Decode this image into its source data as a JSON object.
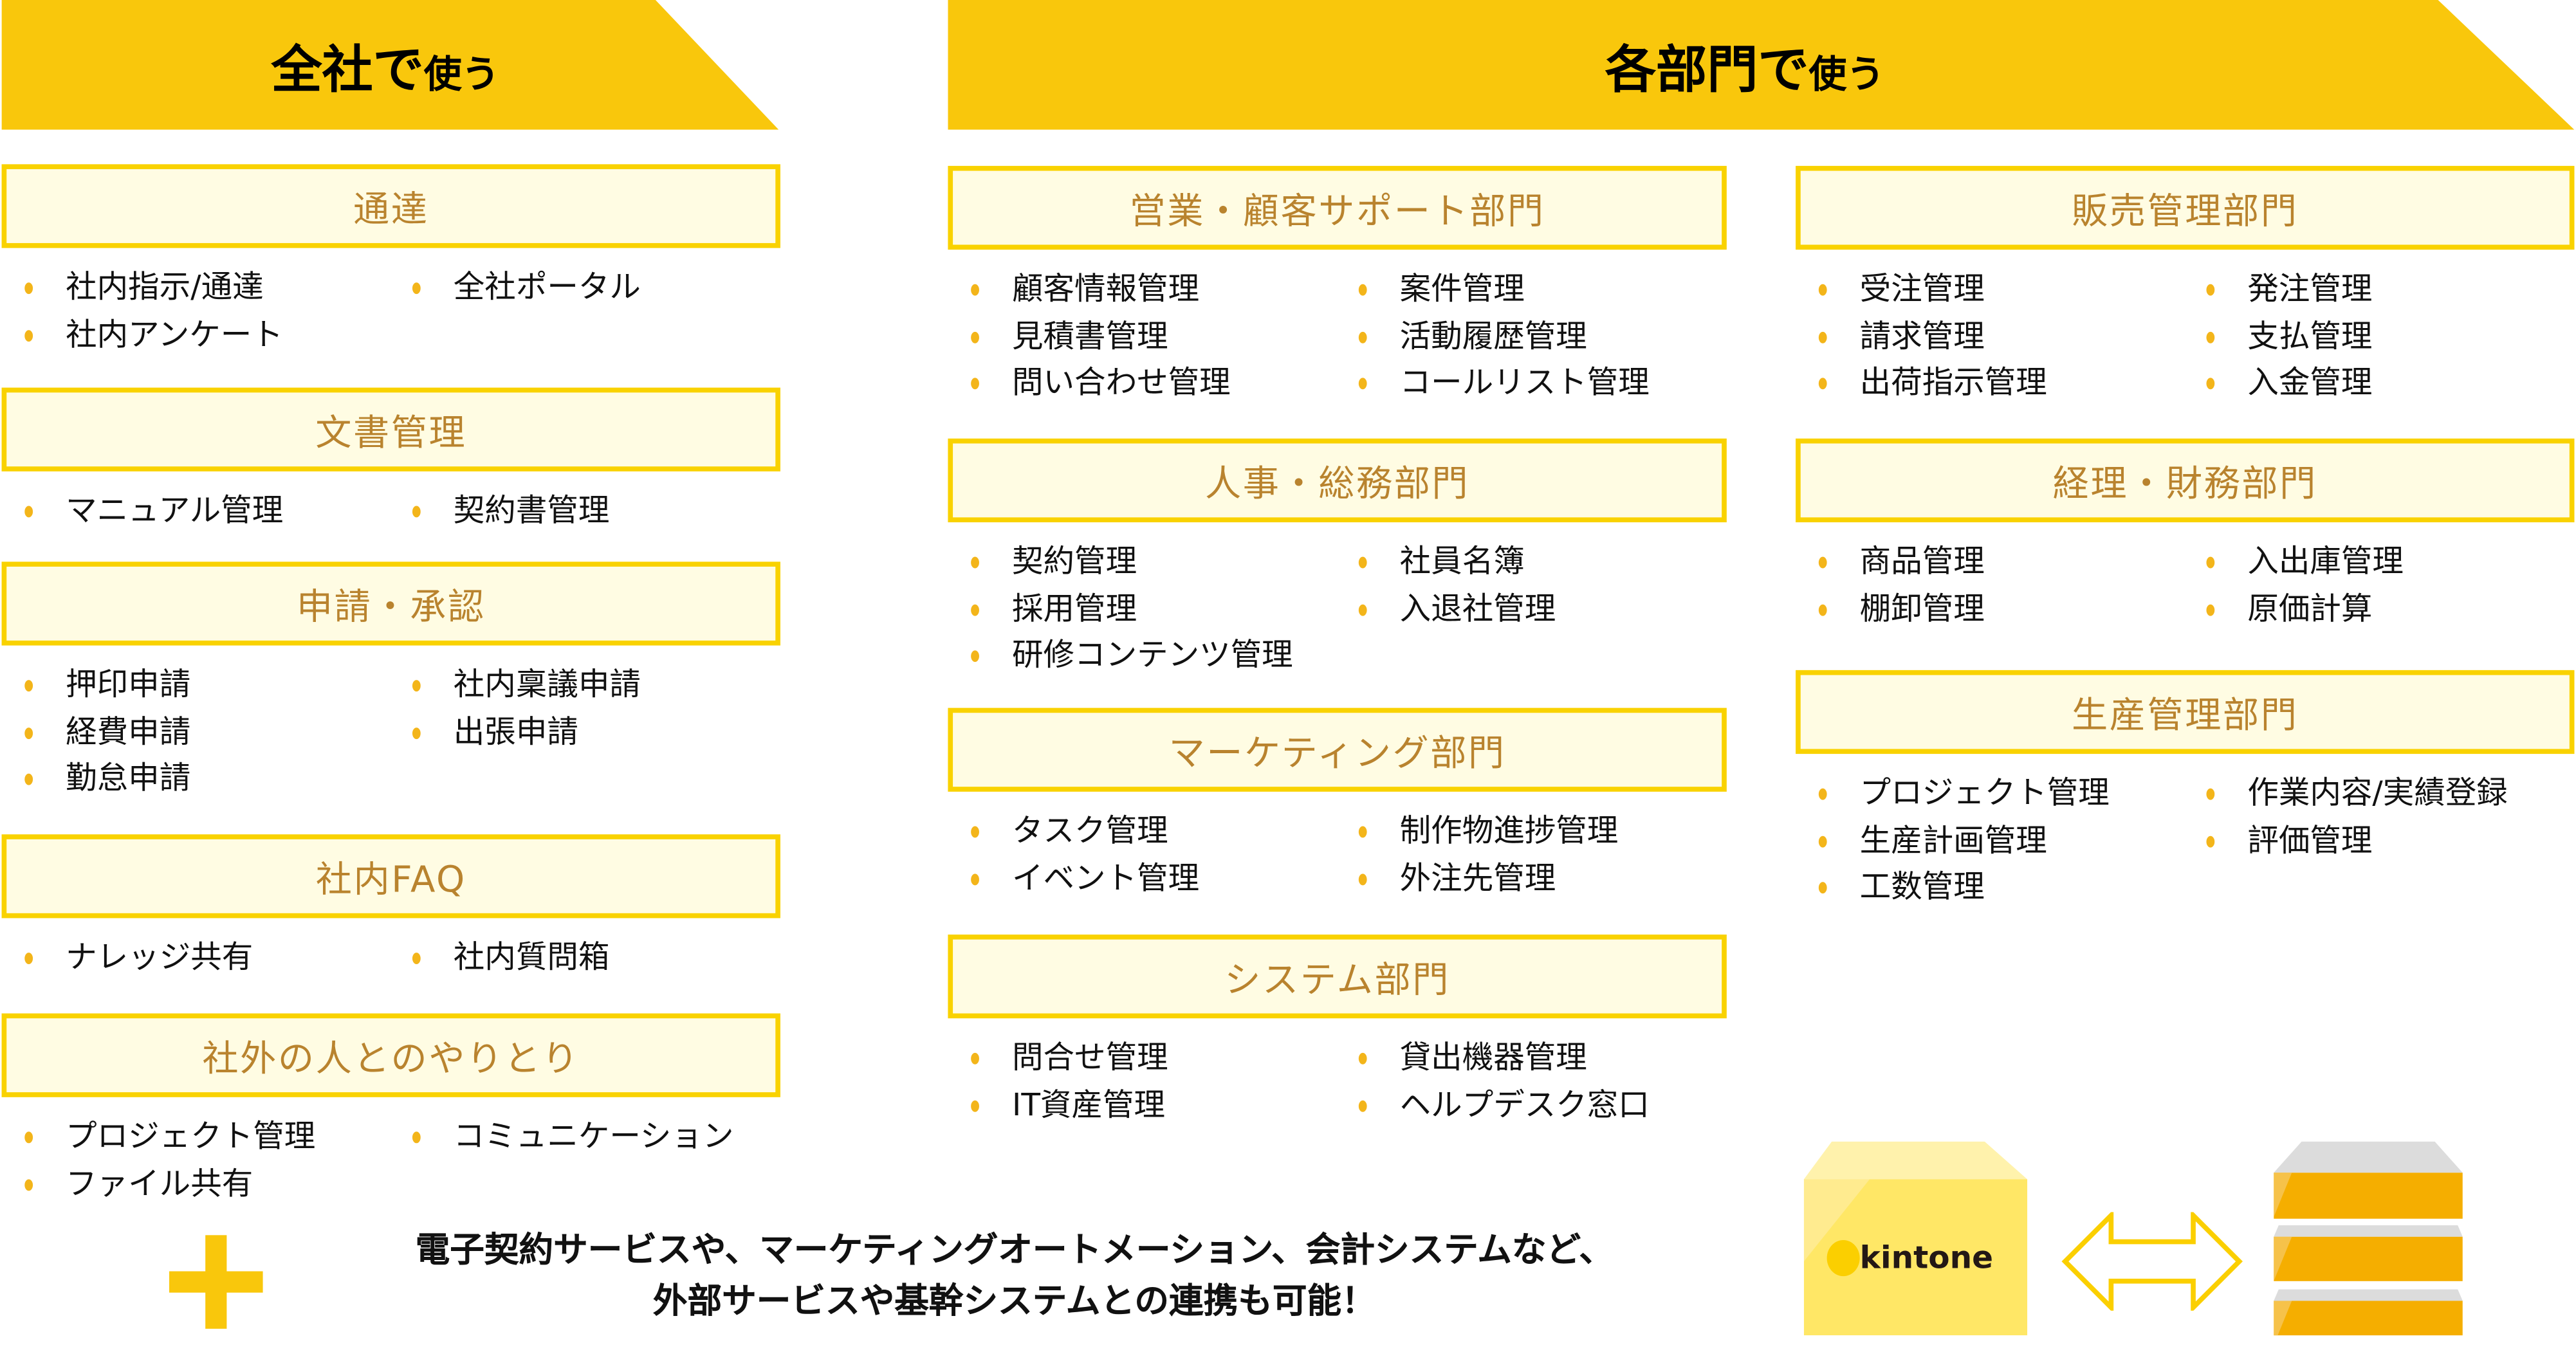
{
  "left_banner": {
    "main": "全社で",
    "sub": "使う"
  },
  "right_banner": {
    "main": "各部門で",
    "sub": "使う"
  },
  "sections": [
    {
      "id": "tsutatsu",
      "title": "通達",
      "items": [
        "社内指示/通達",
        "全社ポータル",
        "社内アンケート"
      ]
    },
    {
      "id": "bunsho",
      "title": "文書管理",
      "items": [
        "マニュアル管理",
        "契約書管理"
      ]
    },
    {
      "id": "shinsei",
      "title": "申請・承認",
      "items": [
        "押印申請",
        "社内稟議申請",
        "経費申請",
        "出張申請",
        "勤怠申請"
      ]
    },
    {
      "id": "faq",
      "title": "社内FAQ",
      "items": [
        "ナレッジ共有",
        "社内質問箱"
      ]
    },
    {
      "id": "shagai",
      "title": "社外の人とのやりとり",
      "items": [
        "プロジェクト管理",
        "コミュニケーション",
        "ファイル共有"
      ]
    },
    {
      "id": "eigyo",
      "title": "営業・顧客サポート部門",
      "items": [
        "顧客情報管理",
        "案件管理",
        "見積書管理",
        "活動履歴管理",
        "問い合わせ管理",
        "コールリスト管理"
      ]
    },
    {
      "id": "jinji",
      "title": "人事・総務部門",
      "items": [
        "契約管理",
        "社員名簿",
        "採用管理",
        "入退社管理",
        "研修コンテンツ管理"
      ]
    },
    {
      "id": "marketing",
      "title": "マーケティング部門",
      "items": [
        "タスク管理",
        "制作物進捗管理",
        "イベント管理",
        "外注先管理"
      ]
    },
    {
      "id": "system",
      "title": "システム部門",
      "items": [
        "問合せ管理",
        "貸出機器管理",
        "IT資産管理",
        "ヘルプデスク窓口"
      ]
    },
    {
      "id": "hanbai",
      "title": "販売管理部門",
      "items": [
        "受注管理",
        "発注管理",
        "請求管理",
        "支払管理",
        "出荷指示管理",
        "入金管理"
      ]
    },
    {
      "id": "keiri",
      "title": "経理・財務部門",
      "items": [
        "商品管理",
        "入出庫管理",
        "棚卸管理",
        "原価計算"
      ]
    },
    {
      "id": "seisan",
      "title": "生産管理部門",
      "items": [
        "プロジェクト管理",
        "作業内容/実績登録",
        "生産計画管理",
        "評価管理",
        "工数管理"
      ]
    }
  ],
  "footer": {
    "line1": "電子契約サービスや、マーケティングオートメーション、会計システムなど、",
    "line2": "外部サービスや基幹システムとの連携も可能！",
    "kintone_label": "kintone"
  },
  "colors": {
    "accent": "#f9c70c",
    "box_bg": "#fffce3",
    "box_border": "#f9d200",
    "box_text": "#b9832e",
    "bullet": "#f3b51a"
  }
}
